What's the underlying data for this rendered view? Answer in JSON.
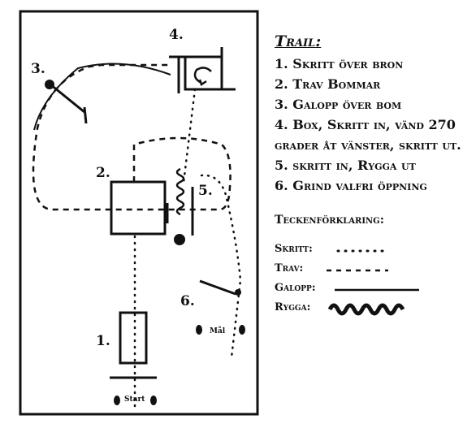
{
  "course": {
    "obstacle_labels": [
      "1.",
      "2.",
      "3.",
      "4.",
      "5.",
      "6."
    ],
    "start_label": "Start",
    "finish_label": "Mål"
  },
  "legend": {
    "title": "Trail:",
    "steps": [
      "1. Skritt över bron",
      "2. Trav Bommar",
      "3. Galopp över bom",
      "4. Box, Skritt in, vänd 270 grader åt vänster, skritt ut.",
      "5. skritt in, Rygga ut",
      "6. Grind valfri öppning"
    ],
    "key_title": "Teckenförklaring:",
    "keys": [
      {
        "label": "Skritt:",
        "style": "dotted"
      },
      {
        "label": "Trav:",
        "style": "dashed"
      },
      {
        "label": "Galopp:",
        "style": "solid"
      },
      {
        "label": "Rygga:",
        "style": "wavy"
      }
    ]
  }
}
